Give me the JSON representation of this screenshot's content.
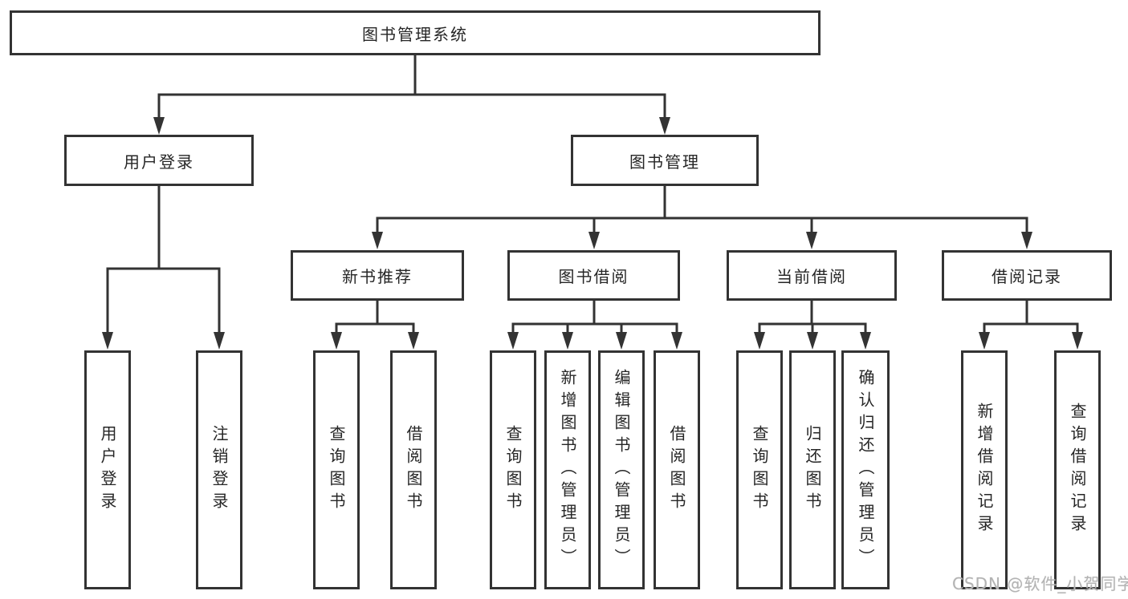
{
  "tree": {
    "label": "图书管理系统",
    "children": [
      {
        "label": "用户登录",
        "children": [
          {
            "label": "用户登录"
          },
          {
            "label": "注销登录"
          }
        ]
      },
      {
        "label": "图书管理",
        "children": [
          {
            "label": "新书推荐",
            "children": [
              {
                "label": "查询图书"
              },
              {
                "label": "借阅图书"
              }
            ]
          },
          {
            "label": "图书借阅",
            "children": [
              {
                "label": "查询图书"
              },
              {
                "label": "新增图书（管理员）"
              },
              {
                "label": "编辑图书（管理员）"
              },
              {
                "label": "借阅图书"
              }
            ]
          },
          {
            "label": "当前借阅",
            "children": [
              {
                "label": "查询图书"
              },
              {
                "label": "归还图书"
              },
              {
                "label": "确认归还（管理员）"
              }
            ]
          },
          {
            "label": "借阅记录",
            "children": [
              {
                "label": "新增借阅记录"
              },
              {
                "label": "查询借阅记录"
              }
            ]
          }
        ]
      }
    ]
  },
  "watermark": {
    "text": "CSDN @软件_小贺同学"
  },
  "colors": {
    "line": "#333333",
    "box_border": "#333333",
    "text": "#262626",
    "watermark": "#b3b3b3",
    "background": "#ffffff"
  }
}
